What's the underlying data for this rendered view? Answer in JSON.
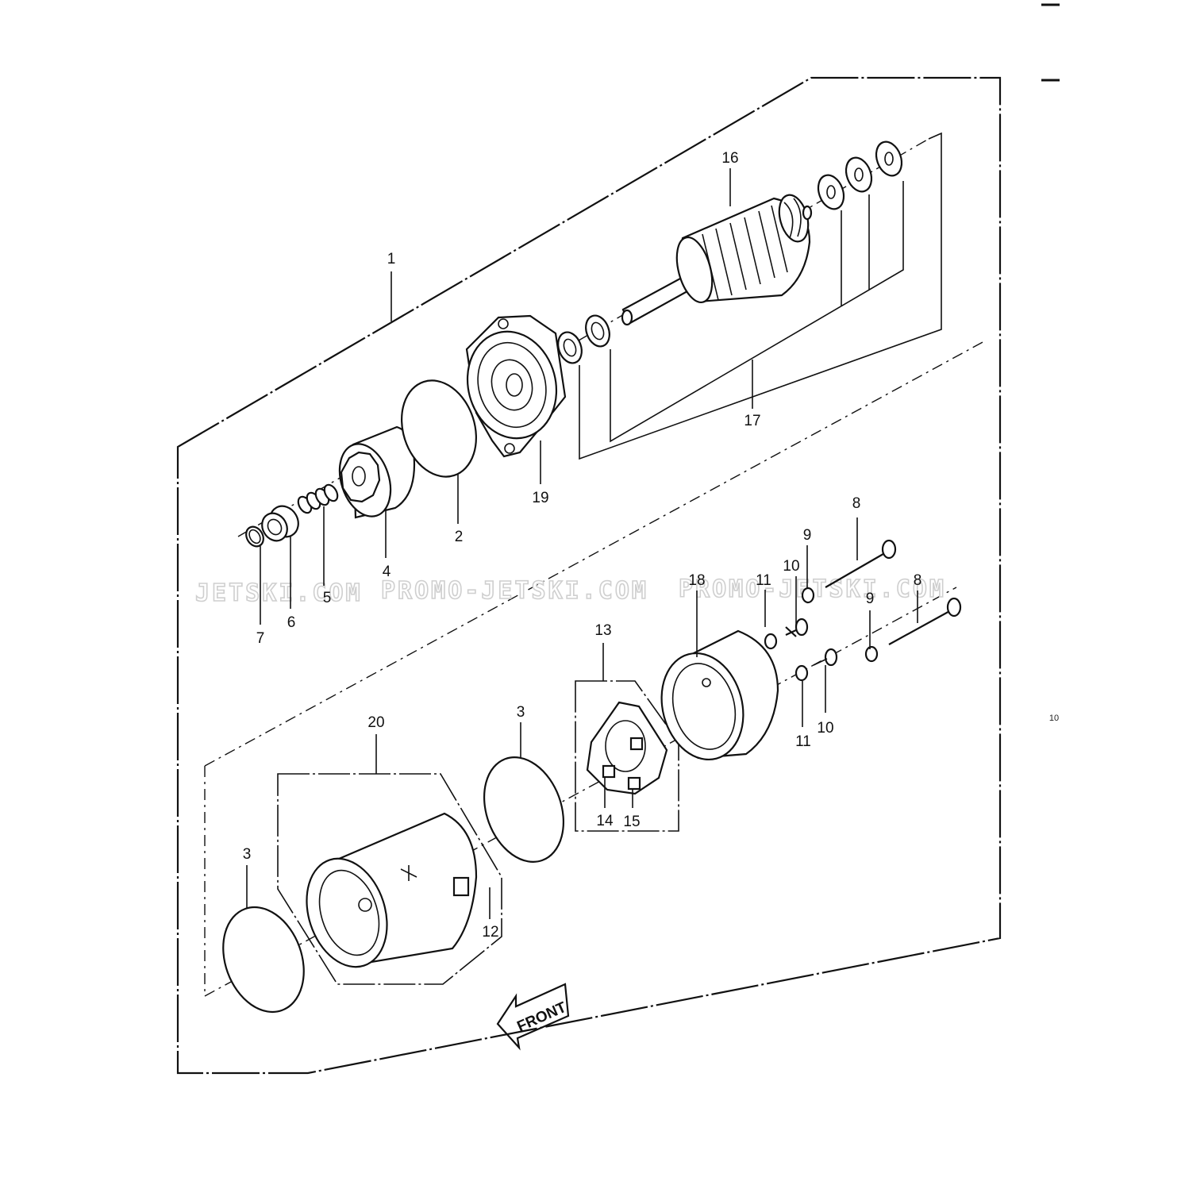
{
  "watermarks": [
    "JETSKI.COM",
    "PROMO-JETSKI.COM",
    "PROMO-JETSKI.COM"
  ],
  "page_number": "10",
  "front_arrow": "FRONT",
  "labels": {
    "l1": "1",
    "l2": "2",
    "l3a": "3",
    "l3b": "3",
    "l4": "4",
    "l5": "5",
    "l6": "6",
    "l7": "7",
    "l8a": "8",
    "l8b": "8",
    "l9a": "9",
    "l9b": "9",
    "l10a": "10",
    "l10b": "10",
    "l11a": "11",
    "l11b": "11",
    "l12": "12",
    "l13": "13",
    "l14": "14",
    "l15": "15",
    "l16": "16",
    "l17": "17",
    "l18": "18",
    "l19": "19",
    "l20": "20"
  }
}
